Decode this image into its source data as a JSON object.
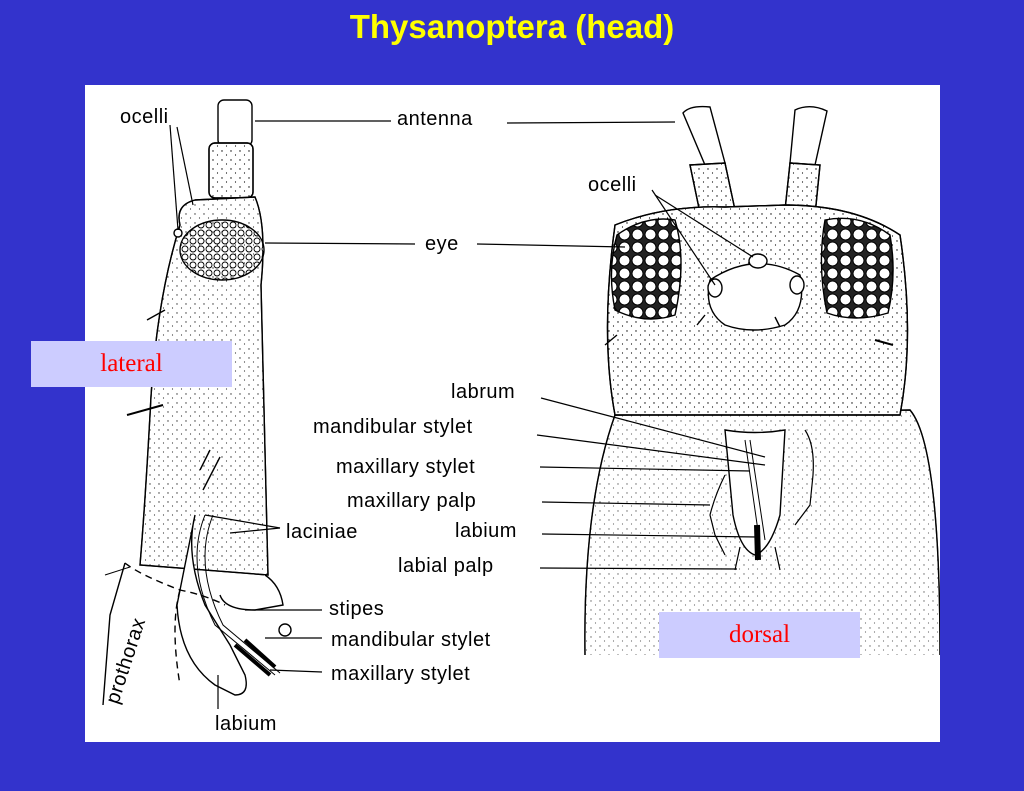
{
  "title": "Thysanoptera (head)",
  "views": {
    "lateral": "lateral",
    "dorsal": "dorsal"
  },
  "labels": {
    "ocelli_left": "ocelli",
    "antenna": "antenna",
    "ocelli_right": "ocelli",
    "eye": "eye",
    "labrum": "labrum",
    "mandibular_stylet_top": "mandibular stylet",
    "maxillary_stylet_top": "maxillary stylet",
    "maxillary_palp": "maxillary palp",
    "labium_mid": "labium",
    "labial_palp": "labial palp",
    "laciniae": "laciniae",
    "stipes": "stipes",
    "mandibular_stylet_bottom": "mandibular stylet",
    "maxillary_stylet_bottom": "maxillary stylet",
    "labium_bottom": "labium",
    "prothorax": "prothorax"
  },
  "colors": {
    "background": "#3333cc",
    "title": "#ffff00",
    "box": "#ccccff",
    "box_text": "#ff0000"
  }
}
